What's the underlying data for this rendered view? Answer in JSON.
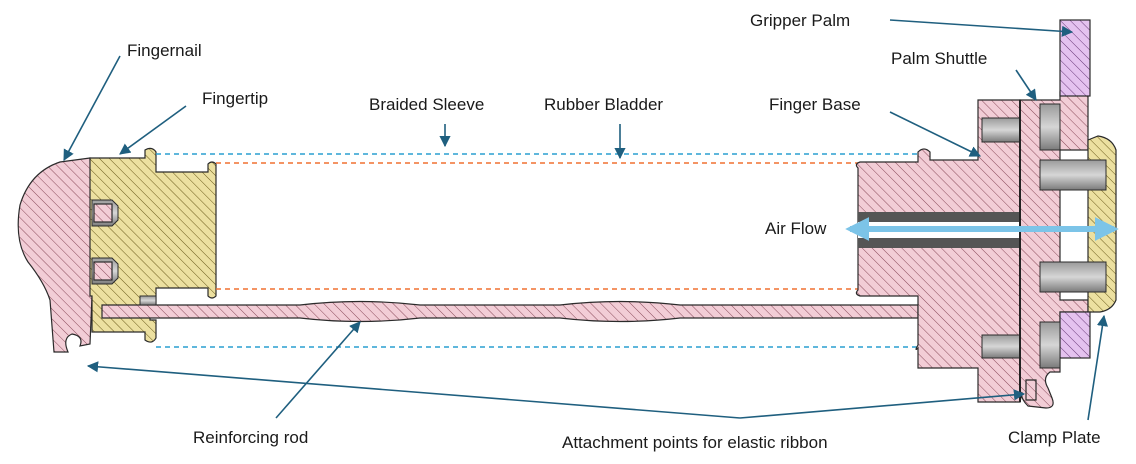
{
  "labels": {
    "fingernail": "Fingernail",
    "fingertip": "Fingertip",
    "braided_sleeve": "Braided Sleeve",
    "rubber_bladder": "Rubber Bladder",
    "finger_base": "Finger Base",
    "gripper_palm": "Gripper Palm",
    "palm_shuttle": "Palm Shuttle",
    "air_flow": "Air Flow",
    "reinforcing_rod": "Reinforcing rod",
    "attachment_points": "Attachment points for elastic ribbon",
    "clamp_plate": "Clamp Plate"
  },
  "colors": {
    "pink_fill": "#f2cdd6",
    "yellow_fill": "#ece0a0",
    "purple_fill": "#e4c2ef",
    "sleeve_line": "#2a9fd0",
    "bladder_line": "#f07030",
    "leader_arrow": "#1f5f7f",
    "air_flow_arrow": "#7cc4e8"
  }
}
